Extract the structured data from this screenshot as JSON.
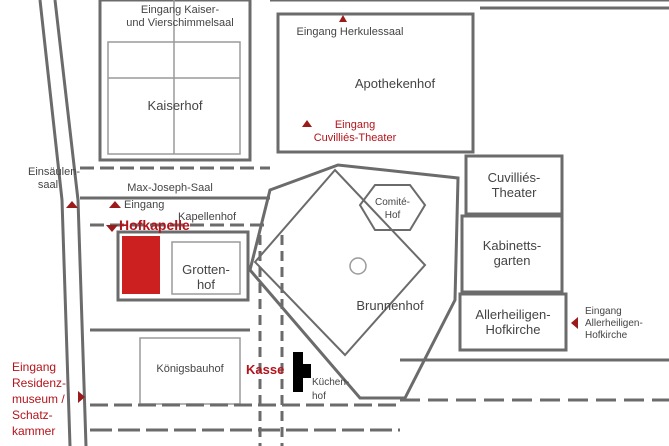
{
  "title": "Residenz München – Lageplan",
  "colors": {
    "accent": "#b3141b",
    "walls": "#6b6b6b",
    "hofkapelle": "#cc1f1f",
    "kasse_marker": "#000000"
  },
  "rooms": {
    "eingang_kaiser": "Eingang Kaiser-",
    "eingang_kaiser2": "und Vierschimmelsaal",
    "kaiserhof": "Kaiserhof",
    "eingang_herkulessaal": "Eingang Herkulessaal",
    "apothekenhof": "Apothekenhof",
    "eingang_cuvillies_1": "Eingang",
    "eingang_cuvillies_2": "Cuvilliés-Theater",
    "einsaeulensaal_1": "Einsäulen-",
    "einsaeulensaal_2": "saal",
    "max_joseph_saal": "Max-Joseph-Saal",
    "eingang": "Eingang",
    "kapellenhof": "Kapellenhof",
    "hofkapelle": "Hofkapelle",
    "grottenhof_1": "Grotten-",
    "grottenhof_2": "hof",
    "comite_hof_1": "Comité-",
    "comite_hof_2": "Hof",
    "cuvillies_theater_1": "Cuvilliés-",
    "cuvillies_theater_2": "Theater",
    "kabinettsgarten_1": "Kabinetts-",
    "kabinettsgarten_2": "garten",
    "brunnenhof": "Brunnenhof",
    "allerheiligen_1": "Allerheiligen-",
    "allerheiligen_2": "Hofkirche",
    "eingang_allerheiligen_1": "Eingang",
    "eingang_allerheiligen_2": "Allerheiligen-",
    "eingang_allerheiligen_3": "Hofkirche",
    "koenigsbauhof": "Königsbauhof",
    "kasse": "Kasse",
    "kuechenhof_1": "Küchen-",
    "kuechenhof_2": "hof",
    "eingang_museum": [
      "Eingang",
      "Residenz-",
      "museum /",
      "Schatz-",
      "kammer"
    ]
  }
}
